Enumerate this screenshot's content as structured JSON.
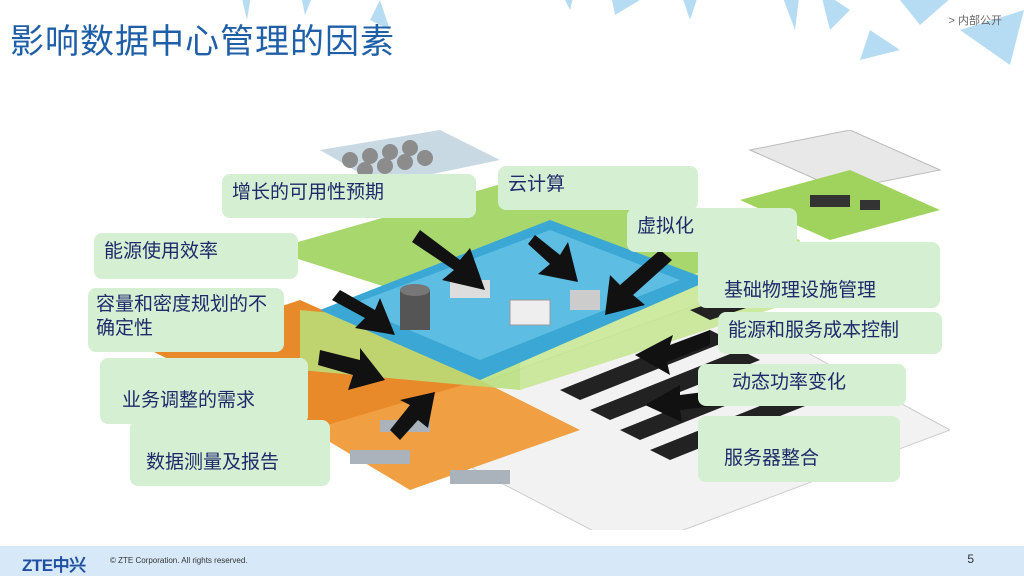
{
  "header": {
    "title": "影响数据中心管理的因素",
    "classification": "> 内部公开"
  },
  "labels": {
    "growth": "增长的可用性预期",
    "cloud": "云计算",
    "virtual": "虚拟化",
    "energy": "能源使用效率",
    "capacity": "容量和密度规划的不确定性",
    "infra": "基础物理设施管理",
    "cost": "能源和服务成本控制",
    "business": "业务调整的需求",
    "power": "动态功率变化",
    "measure": "数据测量及报告",
    "consolidate": "服务器整合"
  },
  "footer": {
    "logo": "ZTE中兴",
    "copyright": "© ZTE Corporation. All rights reserved.",
    "page": "5"
  },
  "colors": {
    "title": "#1f5fa8",
    "label_bg": "#d5efd2",
    "label_text": "#1e2a6b",
    "footer_bg": "#d7e9f8"
  }
}
